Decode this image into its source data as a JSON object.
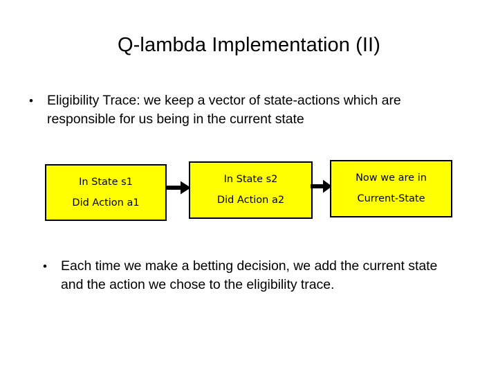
{
  "slide": {
    "title": "Q-lambda Implementation (II)",
    "background_color": "#FFFFFF",
    "text_color": "#000000"
  },
  "bullets": [
    {
      "marker": "•",
      "text": "Eligibility Trace: we keep a vector of state-actions which are responsible for us being in the current state"
    },
    {
      "marker": "•",
      "text": "Each time we make a betting decision, we add the current state and the action we chose to the eligibility trace."
    }
  ],
  "diagram": {
    "type": "flow",
    "fill_color": "#FFFF00",
    "border_color": "#000000",
    "arrow_color": "#000000",
    "boxes": [
      {
        "line1": "In State s1",
        "line2": "Did Action a1"
      },
      {
        "line1": "In State s2",
        "line2": "Did Action a2"
      },
      {
        "line1": "Now we are in",
        "line2": "Current-State"
      }
    ],
    "arrows": [
      {
        "from": "box-1",
        "to": "box-2"
      },
      {
        "from": "box-2",
        "to": "box-3"
      }
    ]
  }
}
